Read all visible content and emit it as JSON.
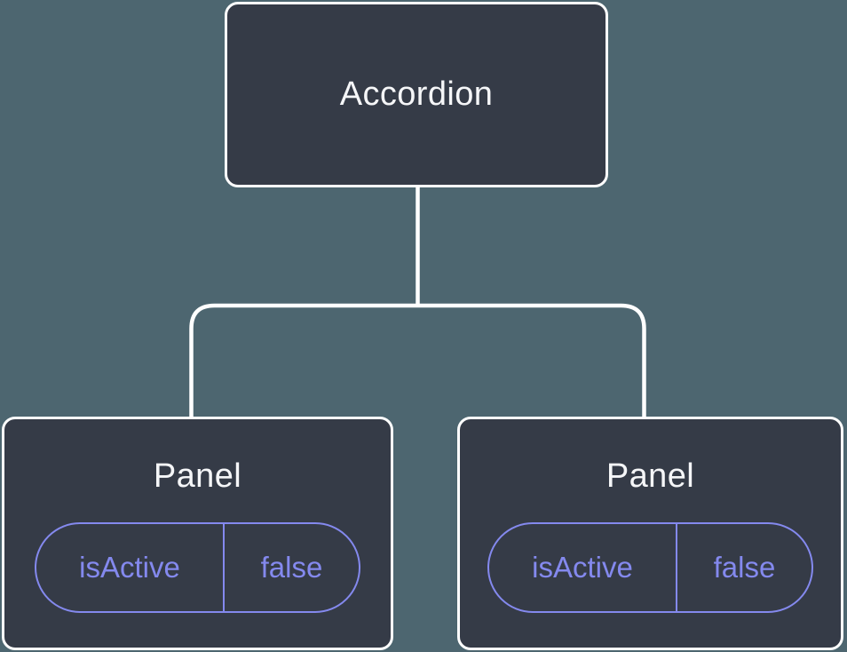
{
  "colors": {
    "background": "#4d6670",
    "node_fill": "#353b47",
    "node_border": "#ffffff",
    "node_text": "#f5f6f8",
    "state_accent": "#8489ee",
    "connector": "#ffffff"
  },
  "tree": {
    "root": {
      "label": "Accordion"
    },
    "children": [
      {
        "label": "Panel",
        "state": {
          "key": "isActive",
          "value": "false"
        }
      },
      {
        "label": "Panel",
        "state": {
          "key": "isActive",
          "value": "false"
        }
      }
    ]
  }
}
